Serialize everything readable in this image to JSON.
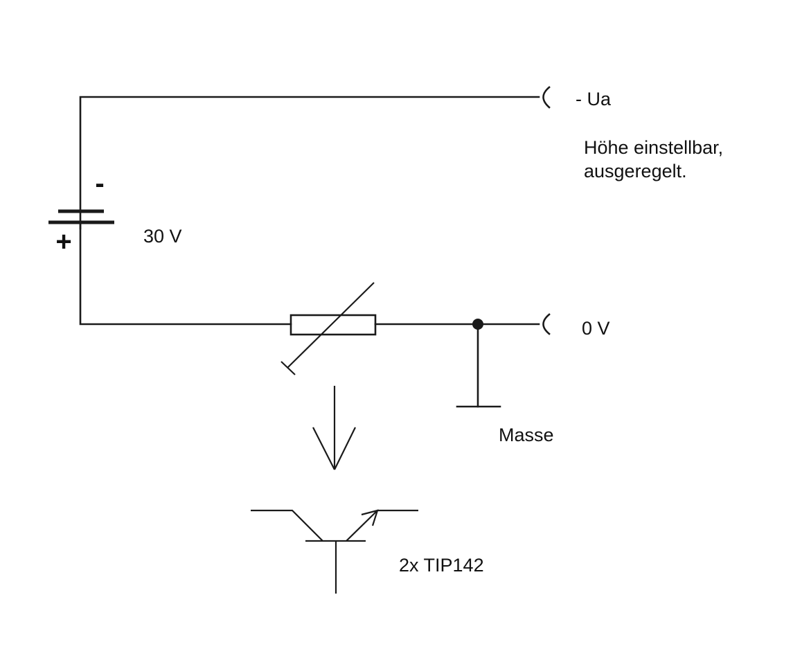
{
  "diagram": {
    "labels": {
      "output_negative": "- Ua",
      "output_note_line1": "Höhe einstellbar,",
      "output_note_line2": "ausgeregelt.",
      "supply_voltage": "30 V",
      "battery_minus": "-",
      "battery_plus": "+",
      "output_zero": "0 V",
      "ground": "Masse",
      "transistor": "2x TIP142"
    }
  }
}
